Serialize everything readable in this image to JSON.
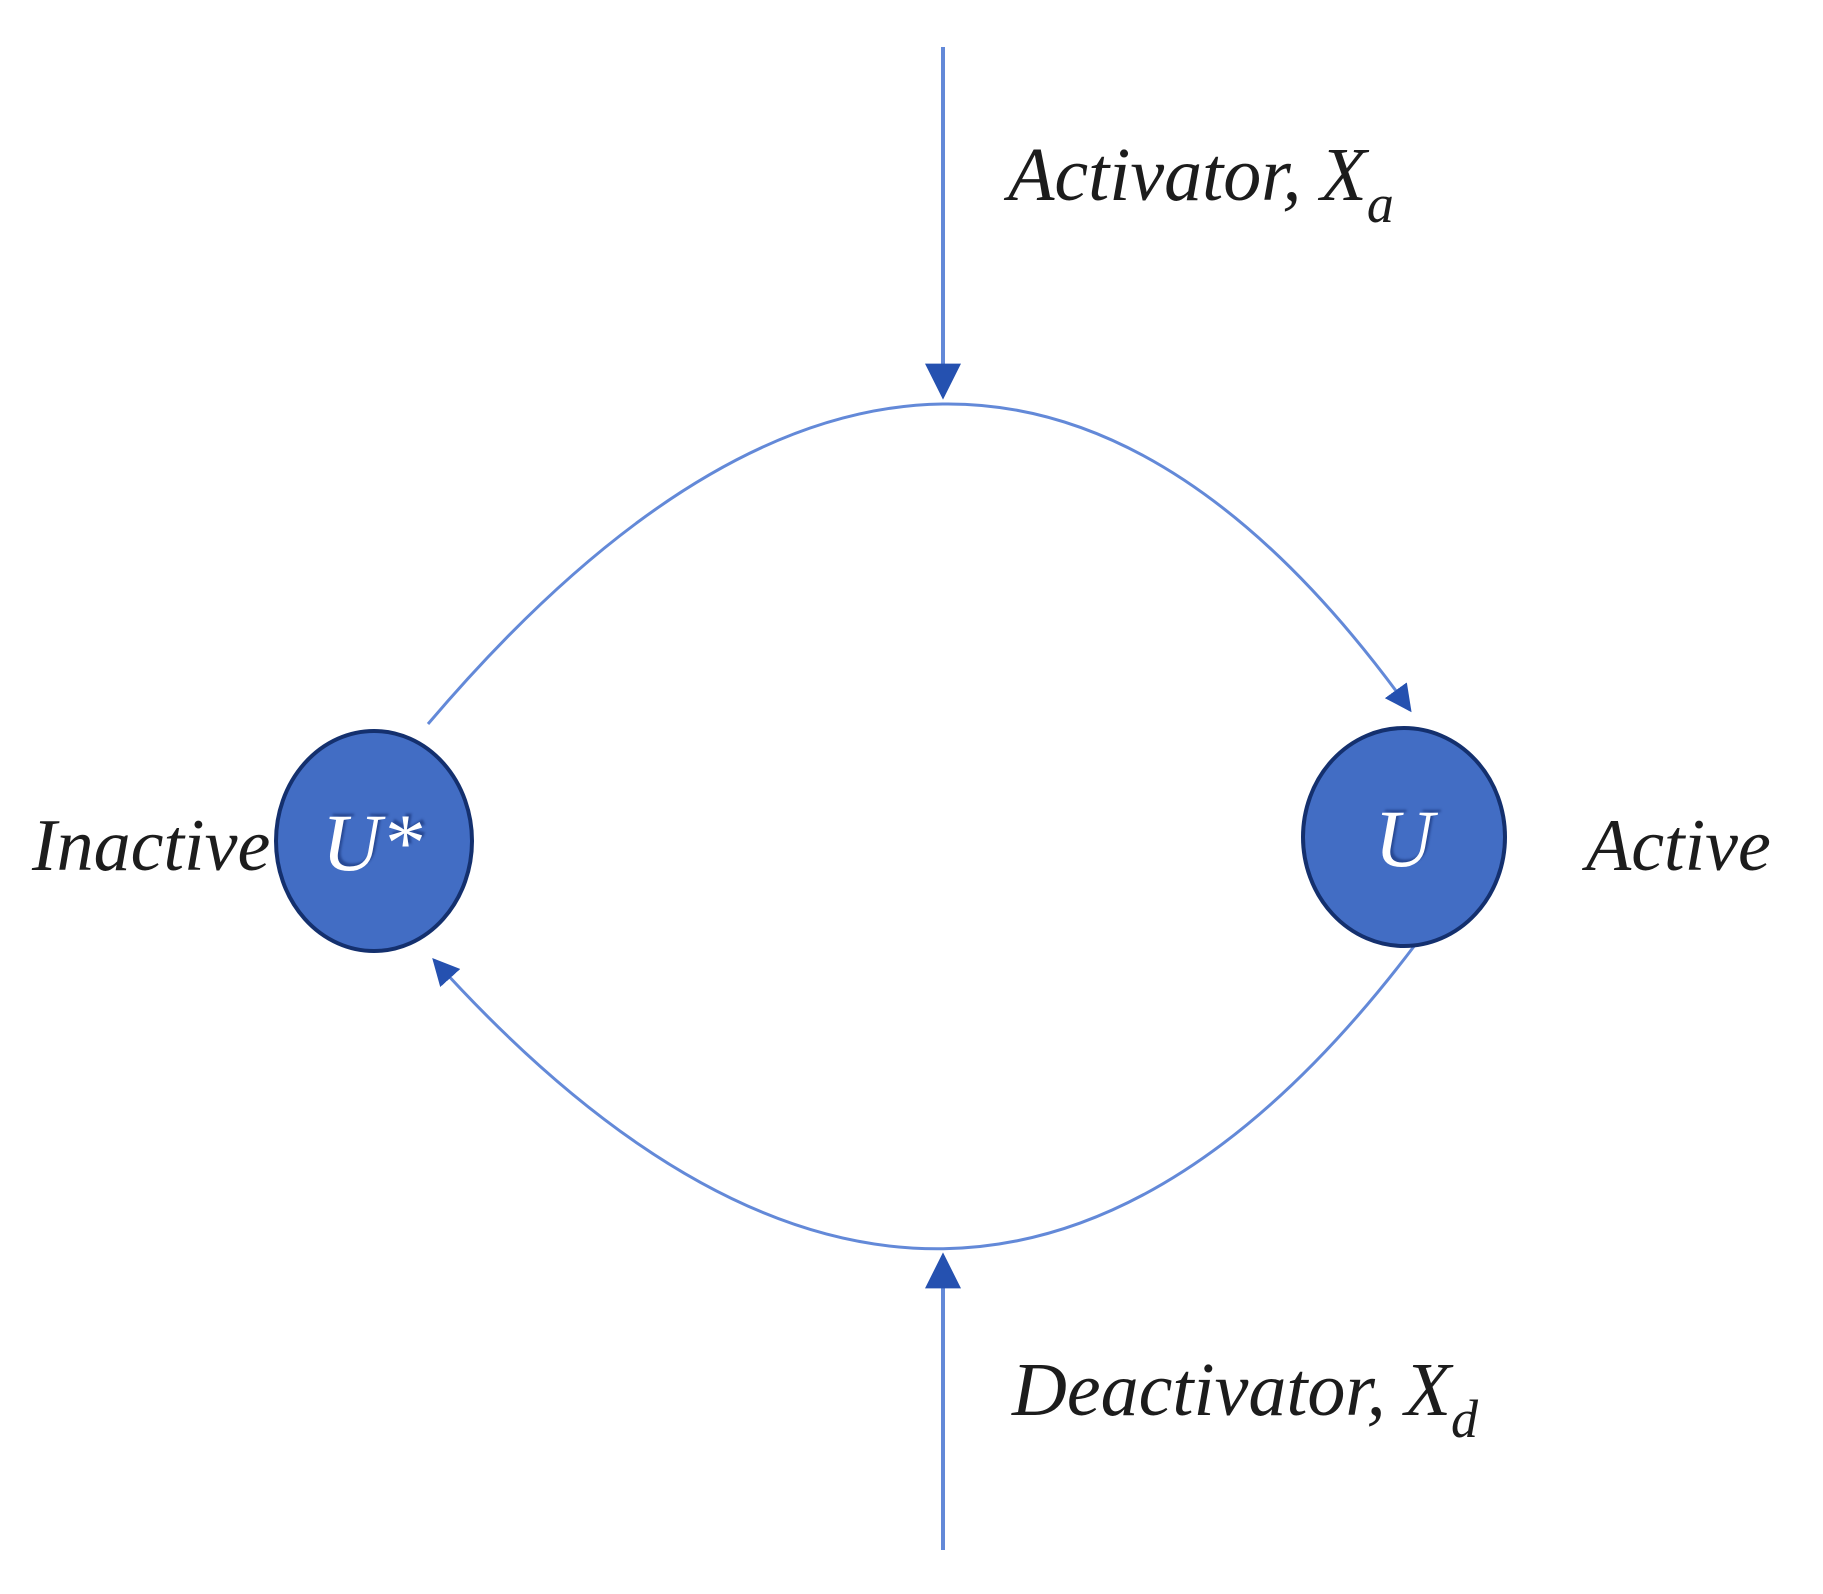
{
  "diagram": {
    "nodes": {
      "inactive": {
        "symbol": "U*",
        "state_label": "Inactive"
      },
      "active": {
        "symbol": "U",
        "state_label": "Active"
      }
    },
    "regulators": {
      "activator": {
        "label_main": "Activator, X",
        "label_sub": "a"
      },
      "deactivator": {
        "label_main": "Deactivator, X",
        "label_sub": "d"
      }
    },
    "colors": {
      "background": "#ffffff",
      "node_fill": "#426DC4",
      "node_border": "#14306E",
      "line": "#6389D8",
      "arrowhead": "#2551B0",
      "label_text": "#1c1c1c",
      "node_text": "#ffffff"
    }
  }
}
